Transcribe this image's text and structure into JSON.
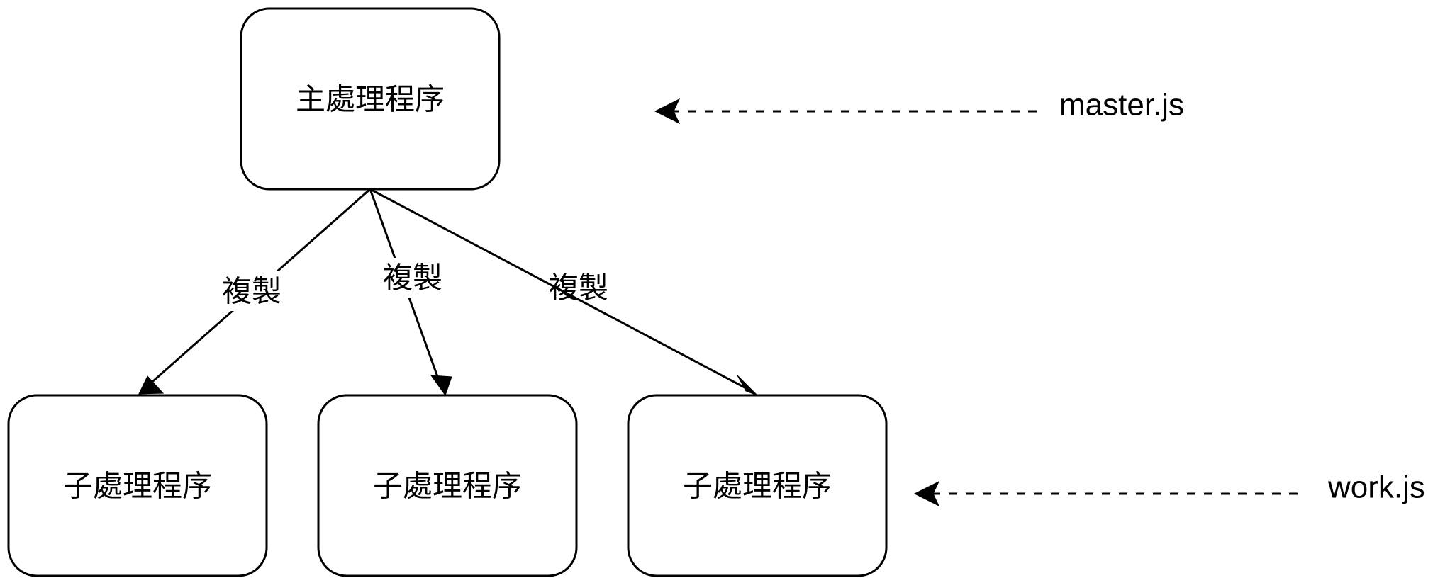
{
  "nodes": {
    "master": {
      "label": "主處理程序"
    },
    "child_1": {
      "label": "子處理程序"
    },
    "child_2": {
      "label": "子處理程序"
    },
    "child_3": {
      "label": "子處理程序"
    }
  },
  "edges": [
    {
      "from": "master",
      "to": "child_1",
      "label": "複製"
    },
    {
      "from": "master",
      "to": "child_2",
      "label": "複製"
    },
    {
      "from": "master",
      "to": "child_3",
      "label": "複製"
    }
  ],
  "annotations": {
    "master_file": {
      "label": "master.js",
      "points_to": "master"
    },
    "worker_file": {
      "label": "work.js",
      "points_to": "children"
    }
  }
}
